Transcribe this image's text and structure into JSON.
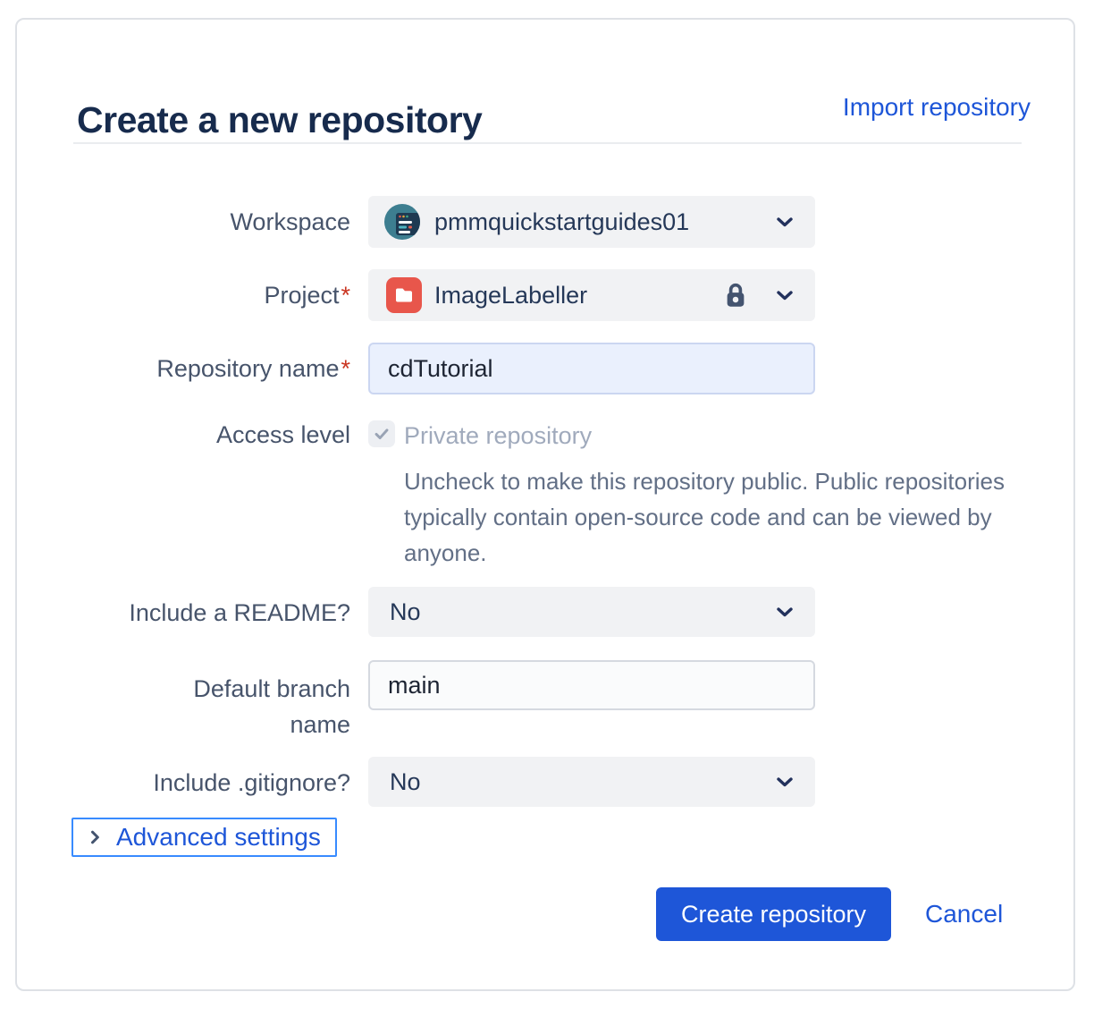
{
  "page": {
    "title": "Create a new repository",
    "import_link": "Import repository"
  },
  "form": {
    "workspace": {
      "label": "Workspace",
      "value": "pmmquickstartguides01"
    },
    "project": {
      "label": "Project",
      "required_mark": "*",
      "value": "ImageLabeller"
    },
    "repository_name": {
      "label": "Repository name",
      "required_mark": "*",
      "value": "cdTutorial"
    },
    "access_level": {
      "label": "Access level",
      "checkbox_label": "Private repository",
      "checkbox_state": "checked-disabled",
      "description": "Uncheck to make this repository public. Public repositories typically contain open-source code and can be viewed by anyone."
    },
    "include_readme": {
      "label": "Include a README?",
      "value": "No"
    },
    "default_branch": {
      "label": "Default branch name",
      "value": "main"
    },
    "include_gitignore": {
      "label": "Include .gitignore?",
      "value": "No"
    },
    "advanced": {
      "label": "Advanced settings"
    }
  },
  "actions": {
    "create": "Create repository",
    "cancel": "Cancel"
  },
  "colors": {
    "accent_blue": "#1E56D8",
    "focus_ring": "#388BFF",
    "required_red": "#CA3521",
    "title_navy": "#172B4D",
    "field_bg": "#F1F2F4",
    "avatar_teal": "#3D7E90",
    "project_icon_red": "#E8564B",
    "repo_input_bg": "#EAF0FD"
  }
}
